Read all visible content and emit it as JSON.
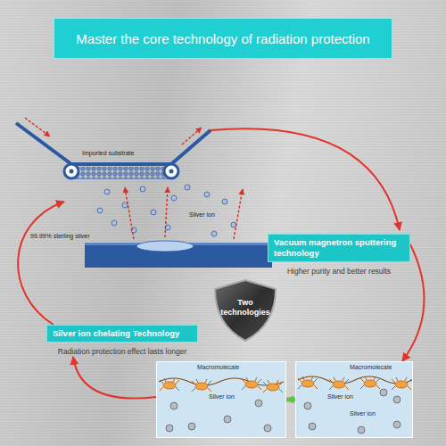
{
  "diagram": {
    "title": "Master the core technology of radiation protection",
    "nodes": [
      {
        "text": [
          "Vacuum magnetron sputtering technology",
          "Higher purity and better results"
        ]
      },
      {
        "text": [
          "Two technologies"
        ]
      },
      {
        "text": [
          "Silver ion chelating Technology",
          "Radiation protection effect lasts longer"
        ]
      },
      {
        "text": [
          "Macromolecale",
          "Silver ion"
        ]
      },
      {
        "text": [
          "Macromolecale",
          "Silver ion",
          "Silver ion"
        ]
      }
    ],
    "edges": [
      {
        "from": 0,
        "to": 4,
        "arrow": "to"
      },
      {
        "from": 4,
        "to": 3,
        "arrow": "to"
      },
      {
        "from": 3,
        "to": 2,
        "arrow": "to"
      }
    ],
    "labels": [
      "Imported substrate",
      "Silver ion",
      "99.99% sterling silver"
    ]
  }
}
